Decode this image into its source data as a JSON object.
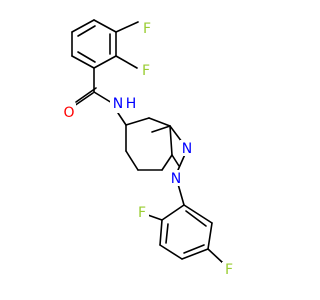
{
  "molecule": {
    "bond_color": "#000000",
    "atoms": {
      "fluorine_color": "#9acd32",
      "oxygen_color": "#ff0000",
      "nitrogen_color": "#0000ff",
      "f_top": "F",
      "f_mid": "F",
      "o_carbonyl": "O",
      "n_amide": "N",
      "h_amide": "H",
      "n_indazole_2": "N",
      "n_indazole_1": "N",
      "f_lower": "F",
      "f_para": "F"
    }
  }
}
